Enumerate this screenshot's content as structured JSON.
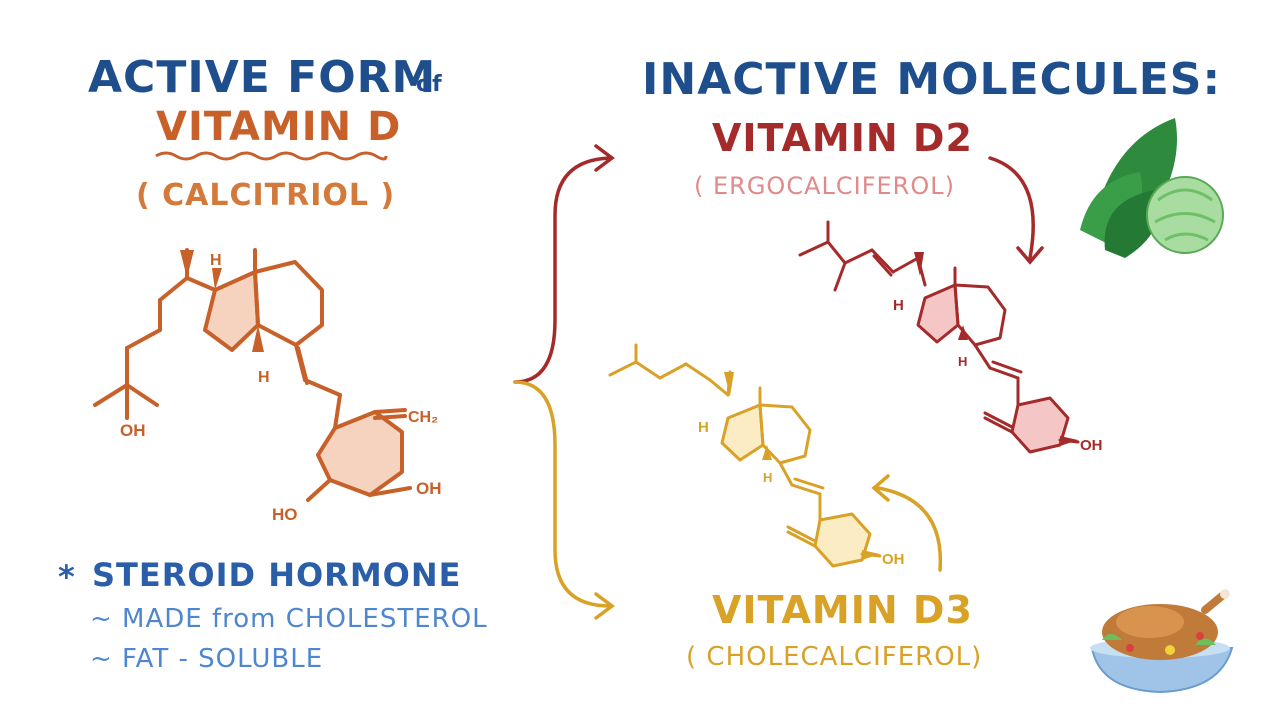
{
  "left": {
    "title_line1": "ACTIVE FORM",
    "title_of": "of",
    "title_line2": "VITAMIN D",
    "subtitle": "( CALCITRIOL )",
    "molecule_labels": {
      "h_top": "H",
      "h_bottom": "H",
      "ch2": "CH₂",
      "oh_left": "OH",
      "ho": "HO",
      "oh_right": "OH"
    }
  },
  "notes": {
    "bullet": "*",
    "main": "STEROID HORMONE",
    "items": [
      "~ MADE from CHOLESTEROL",
      "~ FAT - SOLUBLE"
    ]
  },
  "right": {
    "title": "INACTIVE MOLECULES:",
    "d2": {
      "name": "VITAMIN D2",
      "alt": "( ERGOCALCIFEROL)",
      "labels": {
        "h_ring": "H",
        "h_bottom": "H",
        "oh": "OH"
      }
    },
    "d3": {
      "name": "VITAMIN D3",
      "alt": "( CHOLECALCIFEROL)",
      "labels": {
        "h_ring": "H",
        "h_bottom": "H",
        "oh": "OH"
      }
    }
  },
  "colors": {
    "blue": "#1f4e8c",
    "orange": "#c8602a",
    "red": "#a52a2a",
    "yellow": "#d9a227"
  },
  "icons": [
    "leafy-greens-icon",
    "roast-chicken-icon"
  ]
}
